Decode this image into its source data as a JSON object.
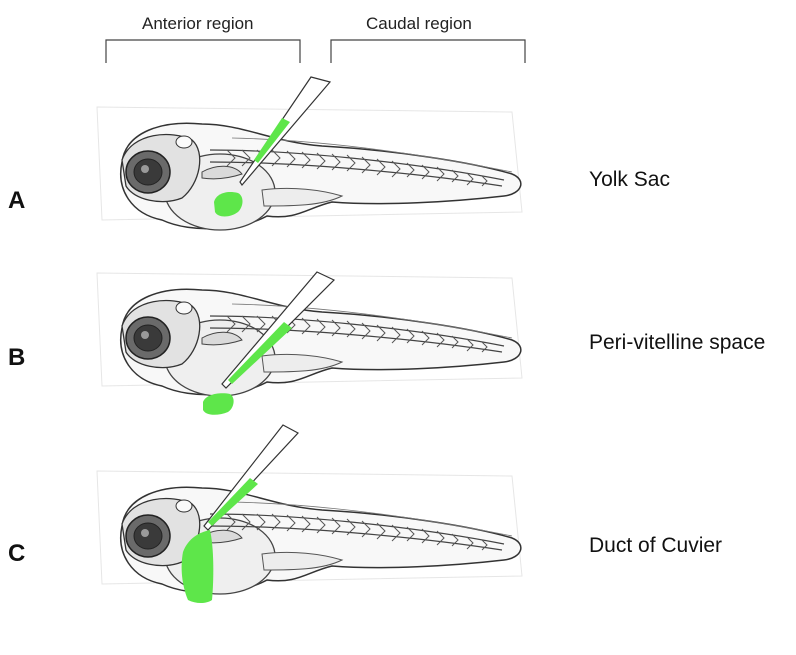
{
  "regions": {
    "anterior": "Anterior region",
    "caudal": "Caudal region"
  },
  "panels": [
    {
      "letter": "A",
      "site": "Yolk Sac"
    },
    {
      "letter": "B",
      "site": "Peri-vitelline space"
    },
    {
      "letter": "C",
      "site": "Duct of Cuvier"
    }
  ],
  "colors": {
    "injection": "#5ee64a",
    "outline": "#333333"
  }
}
